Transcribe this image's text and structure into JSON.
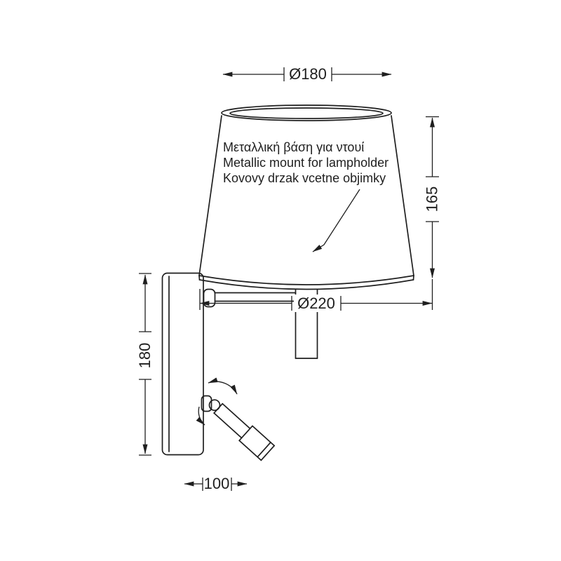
{
  "diagram": {
    "note": {
      "line1": "Μεταλλική βάση για ντουί",
      "line2": "Metallic mount for lampholder",
      "line3": "Kovovy drzak vcetne objimky"
    },
    "dimensions": {
      "shade_top_diameter": "Ø180",
      "shade_height": "165",
      "shade_bottom_diameter": "Ø220",
      "backplate_height": "180",
      "spotlight_length": "100"
    },
    "colors": {
      "line": "#1f1f1f",
      "background": "#ffffff"
    }
  }
}
